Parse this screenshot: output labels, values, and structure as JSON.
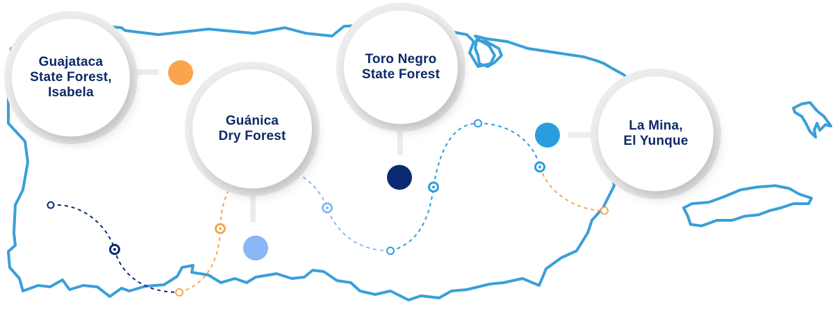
{
  "map": {
    "outline_color": "#3a9fd8",
    "background_color": "#ffffff",
    "bubble_ring_color": "#ececec",
    "label_color": "#0c2a66"
  },
  "locations": [
    {
      "id": "guajataca",
      "label": "Guajataca\nState Forest,\nIsabela",
      "marker_color": "#f8a54b"
    },
    {
      "id": "guanica",
      "label": "Guánica\nDry Forest",
      "marker_color": "#8ab6f6"
    },
    {
      "id": "toronegro",
      "label": "Toro Negro\nState Forest",
      "marker_color": "#0c2a74"
    },
    {
      "id": "lamina",
      "label": "La Mina,\nEl Yunque",
      "marker_color": "#2a9ddc"
    }
  ],
  "route": {
    "segment_colors": [
      "#0c2a74",
      "#f8a54b",
      "#8ab6f6",
      "#2a9ddc",
      "#f8a54b"
    ]
  }
}
